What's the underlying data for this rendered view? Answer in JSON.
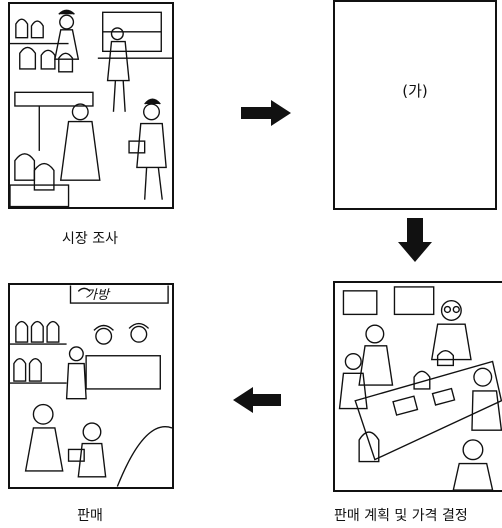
{
  "steps": {
    "survey": {
      "caption": "시장 조사"
    },
    "blank": {
      "label": "(가)"
    },
    "plan": {
      "caption": "판매 계획 및 가격 결정"
    },
    "sale": {
      "caption": "판매",
      "sign": "가방"
    }
  },
  "flow": [
    "시장 조사",
    "(가)",
    "판매 계획 및 가격 결정",
    "판매"
  ],
  "colors": {
    "ink": "#111111",
    "paper": "#ffffff"
  },
  "icons": {
    "arrow_right": "arrow-right-icon",
    "arrow_down": "arrow-down-icon",
    "arrow_left": "arrow-left-icon"
  }
}
